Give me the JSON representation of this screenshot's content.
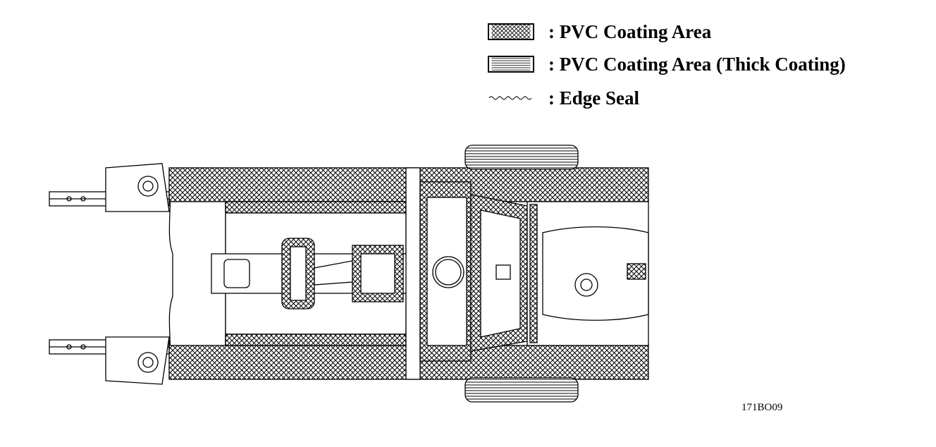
{
  "legend": [
    {
      "swatch": "crosshatch-pattern",
      "separator": ":",
      "label": "PVC Coating Area"
    },
    {
      "swatch": "horizontal-hatch-pattern",
      "separator": ":",
      "label": "PVC Coating Area (Thick Coating)"
    },
    {
      "swatch": "wavy-line",
      "separator": ":",
      "label": "Edge Seal"
    }
  ],
  "figure_code": "171BO09",
  "colors": {
    "ink": "#000000",
    "background": "#ffffff"
  }
}
